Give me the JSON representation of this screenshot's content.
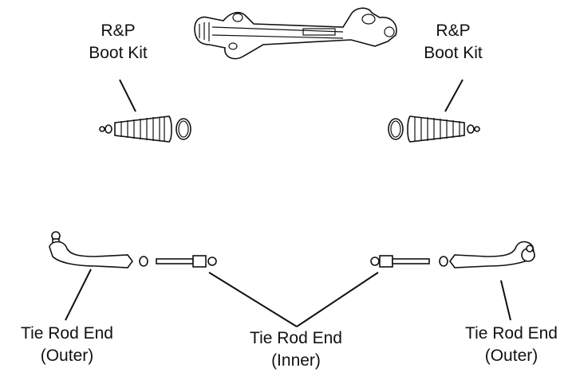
{
  "labels": {
    "boot_kit_left": {
      "line1": "R&P",
      "line2": "Boot Kit"
    },
    "boot_kit_right": {
      "line1": "R&P",
      "line2": "Boot Kit"
    },
    "tie_rod_outer_left": {
      "line1": "Tie Rod End",
      "line2": "(Outer)"
    },
    "tie_rod_inner": {
      "line1": "Tie Rod End",
      "line2": "(Inner)"
    },
    "tie_rod_outer_right": {
      "line1": "Tie Rod End",
      "line2": "(Outer)"
    }
  },
  "colors": {
    "line": "#111111",
    "background": "#ffffff"
  }
}
